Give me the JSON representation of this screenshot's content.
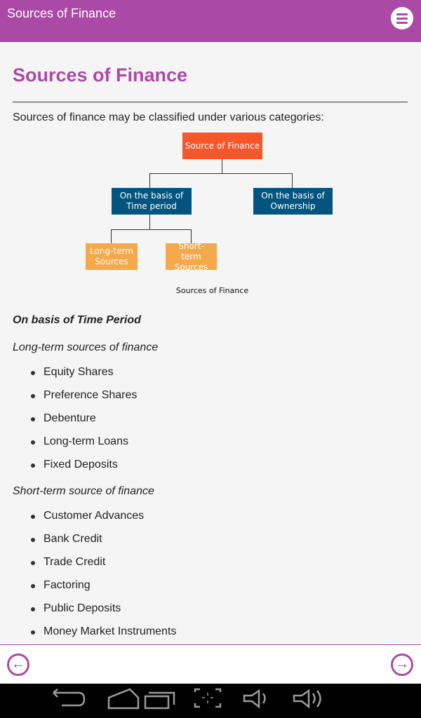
{
  "header": {
    "title": "Sources of Finance",
    "menu_icon": "menu-icon"
  },
  "main": {
    "heading": "Sources of Finance",
    "intro": "Sources of finance may be classified under various categories:",
    "diagram": {
      "root": "Source of Finance",
      "level1": [
        "On the basis of Time period",
        "On the basis of Ownership"
      ],
      "level2": [
        "Long-term Sources",
        "Short-term Sources"
      ],
      "caption": "Sources of Finance",
      "colors": {
        "root": "#f5572b",
        "level1": "#03557f",
        "level2": "#f5a94d"
      }
    },
    "section_title": "On basis of Time Period",
    "long_term": {
      "title": "Long-term sources of finance",
      "items": [
        "Equity Shares",
        "Preference Shares",
        "Debenture",
        "Long-term Loans",
        "Fixed Deposits"
      ]
    },
    "short_term": {
      "title": "Short-term source of finance",
      "items": [
        "Customer Advances",
        "Bank Credit",
        "Trade Credit",
        "Factoring",
        "Public Deposits",
        "Money Market Instruments"
      ]
    }
  },
  "footer": {
    "prev_icon": "arrow-left-circle-icon",
    "next_icon": "arrow-right-circle-icon"
  },
  "accent": "#ab4aa6"
}
